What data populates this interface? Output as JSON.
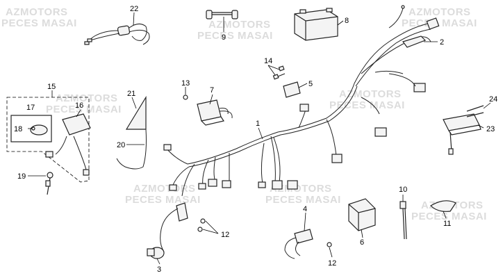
{
  "watermark": {
    "line1": "AZMOTORS",
    "line2": "PECES MASAI"
  },
  "callouts": [
    "1",
    "2",
    "3",
    "4",
    "5",
    "6",
    "7",
    "8",
    "9",
    "10",
    "11",
    "12",
    "12",
    "13",
    "14",
    "15",
    "16",
    "17",
    "18",
    "19",
    "20",
    "21",
    "22",
    "23",
    "24"
  ]
}
